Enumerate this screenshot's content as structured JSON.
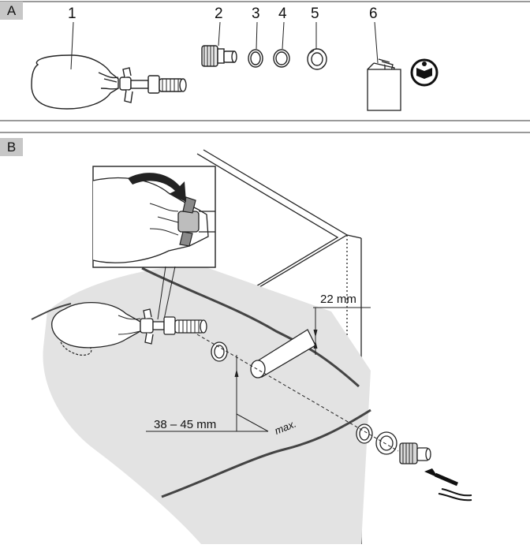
{
  "panels": {
    "a": {
      "tag": "A"
    },
    "b": {
      "tag": "B"
    }
  },
  "parts": [
    {
      "number": "1"
    },
    {
      "number": "2"
    },
    {
      "number": "3"
    },
    {
      "number": "4"
    },
    {
      "number": "5"
    },
    {
      "number": "6"
    }
  ],
  "dimensions": {
    "pipe_diameter": "22 mm",
    "wall_distance": "38 – 45 mm",
    "max_label": "max."
  },
  "icons": [
    "water-tank-bag-icon",
    "hose-connector-icon",
    "sealing-ring-icon",
    "lock-nut-icon",
    "manual-booklet-icon",
    "read-instructions-icon",
    "rotate-arrow-icon",
    "water-flow-icon"
  ]
}
